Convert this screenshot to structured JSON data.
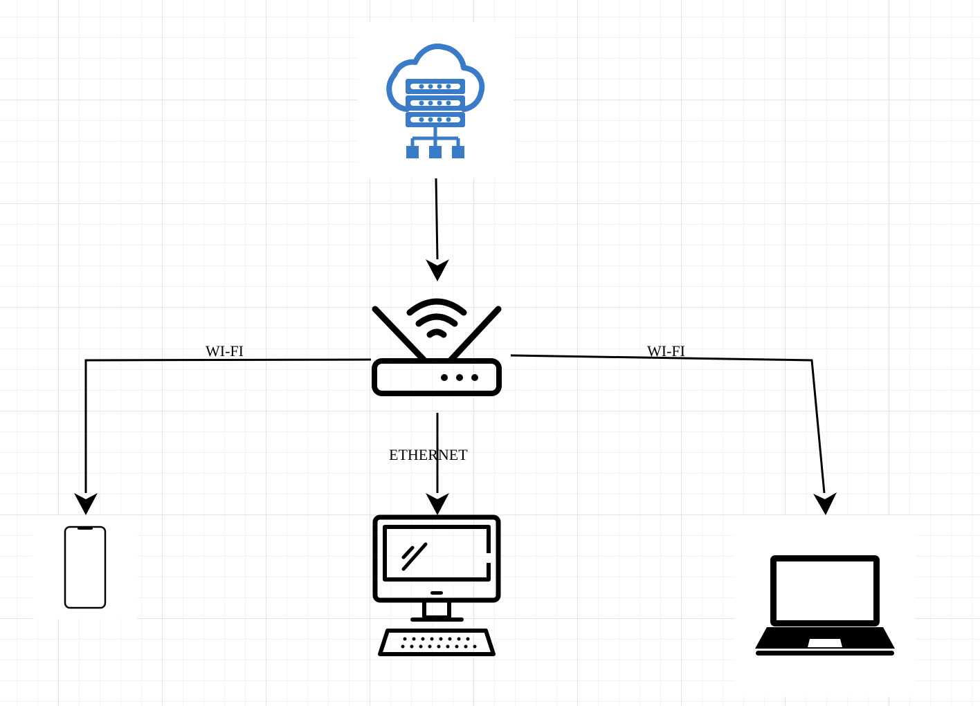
{
  "diagram": {
    "nodes": [
      {
        "id": "cloud-server",
        "icon": "cloud-server-icon",
        "color": "#3a7bc8"
      },
      {
        "id": "router",
        "icon": "wifi-router-icon",
        "color": "#000000"
      },
      {
        "id": "phone",
        "icon": "smartphone-icon",
        "color": "#000000"
      },
      {
        "id": "desktop",
        "icon": "desktop-computer-icon",
        "color": "#000000"
      },
      {
        "id": "laptop",
        "icon": "laptop-icon",
        "color": "#000000"
      }
    ],
    "edges": [
      {
        "from": "cloud-server",
        "to": "router",
        "label": ""
      },
      {
        "from": "router",
        "to": "phone",
        "label": "WI-FI"
      },
      {
        "from": "router",
        "to": "desktop",
        "label": "ETHERNET"
      },
      {
        "from": "router",
        "to": "laptop",
        "label": "WI-FI"
      }
    ],
    "grid": true
  }
}
